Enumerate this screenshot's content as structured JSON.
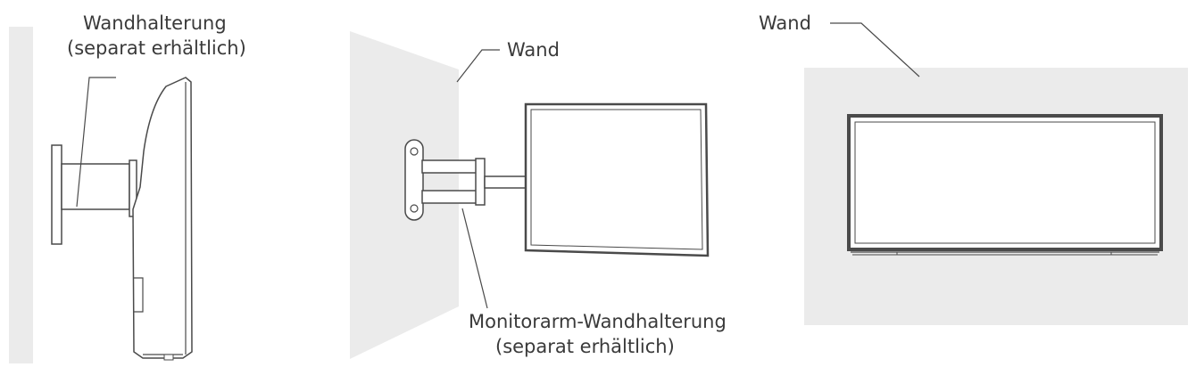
{
  "panels": {
    "side_view": {
      "label_line1": "Wandhalterung",
      "label_line2": "(separat erhältlich)"
    },
    "arm_view": {
      "wall_label": "Wand",
      "arm_label_line1": "Monitorarm-Wandhalterung",
      "arm_label_line2": "(separat erhältlich)"
    },
    "front_view": {
      "wall_label": "Wand"
    }
  },
  "colors": {
    "wall": "#ebebeb",
    "line": "#4a4a4a",
    "text": "#3a3a3a"
  }
}
